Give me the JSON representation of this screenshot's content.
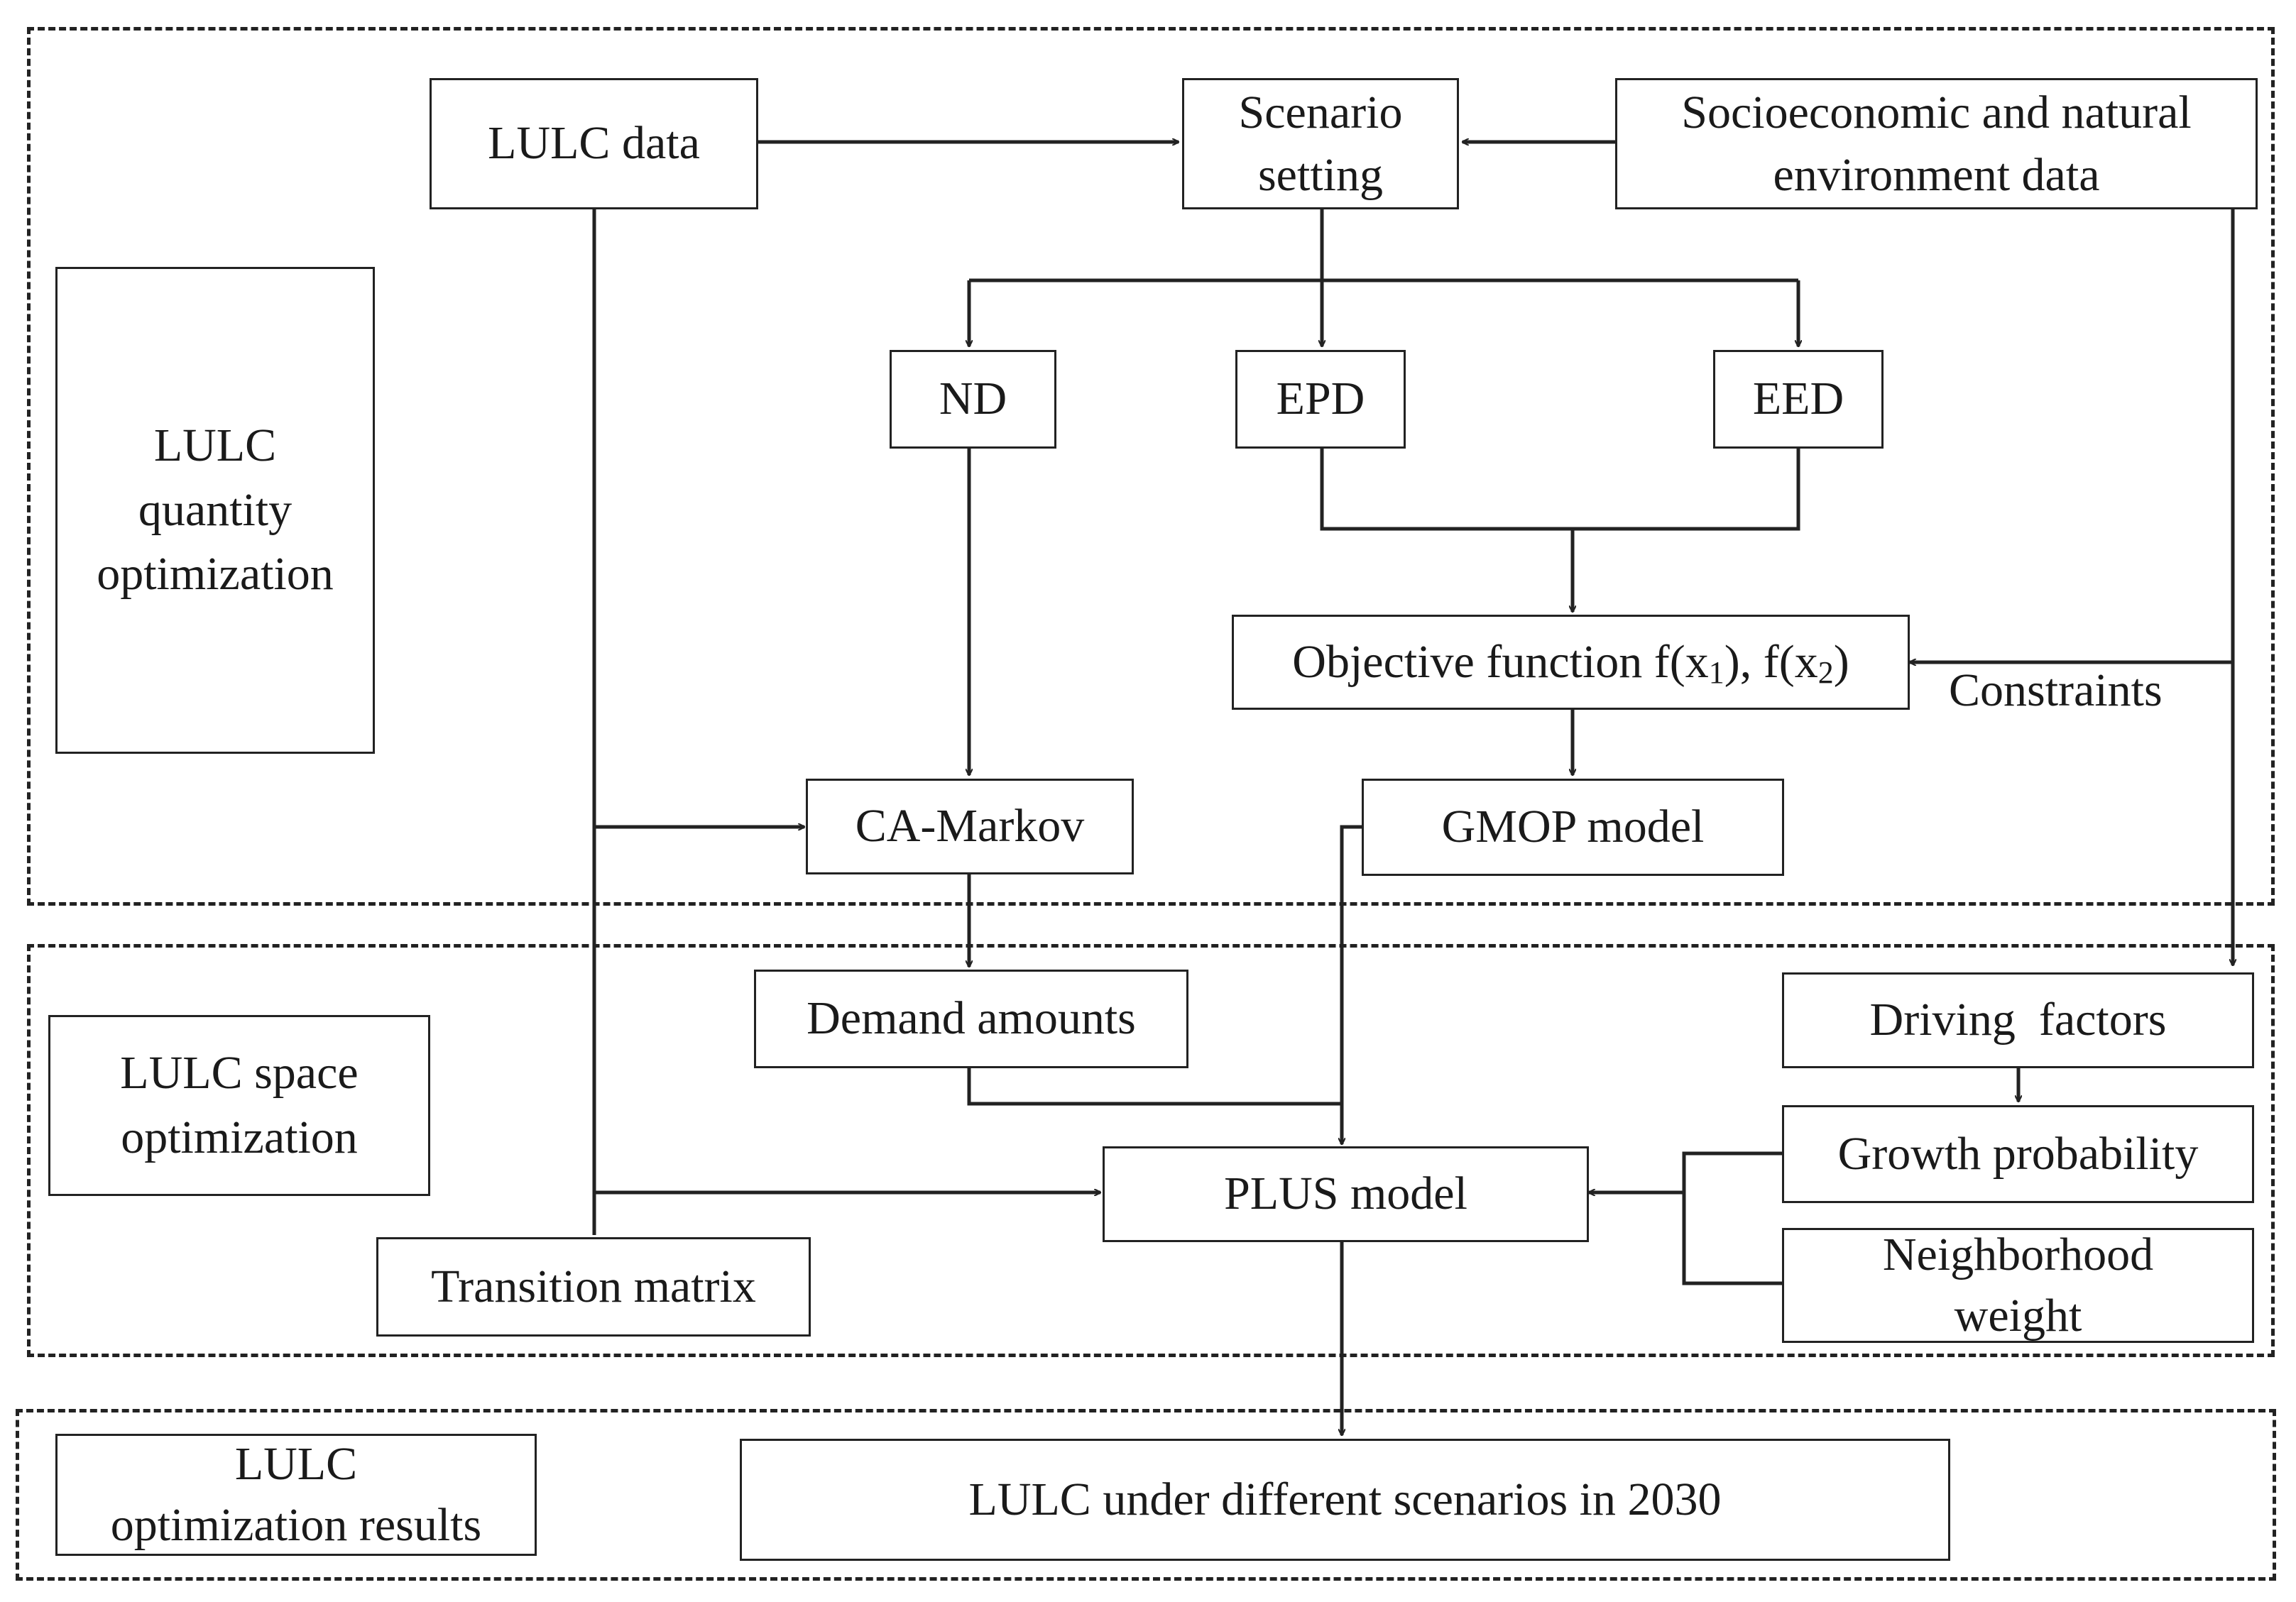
{
  "panels": {
    "quantity": {
      "label_lines": [
        "LULC",
        "quantity",
        "optimization"
      ]
    },
    "space": {
      "label_lines": [
        "LULC space",
        "optimization"
      ]
    },
    "results": {
      "label_lines": [
        "LULC",
        "optimization results"
      ]
    }
  },
  "nodes": {
    "lulc_data": {
      "lines": [
        "LULC data"
      ]
    },
    "scenario_setting": {
      "lines": [
        "Scenario",
        "setting"
      ]
    },
    "socio_data": {
      "lines": [
        "Socioeconomic and natural",
        "environment data"
      ]
    },
    "nd": {
      "lines": [
        "ND"
      ]
    },
    "epd": {
      "lines": [
        "EPD"
      ]
    },
    "eed": {
      "lines": [
        "EED"
      ]
    },
    "objective": {
      "prefix": "Objective function f(x",
      "sub1": "1",
      "mid": "), f(x",
      "sub2": "2",
      "suffix": ")"
    },
    "gmop": {
      "lines": [
        "GMOP model"
      ]
    },
    "ca_markov": {
      "lines": [
        "CA-Markov"
      ]
    },
    "demand": {
      "lines": [
        "Demand amounts"
      ]
    },
    "driving": {
      "lines": [
        "Driving  factors"
      ]
    },
    "growth": {
      "lines": [
        "Growth probability"
      ]
    },
    "neighborhood": {
      "lines": [
        "Neighborhood",
        "weight"
      ]
    },
    "plus": {
      "lines": [
        "PLUS model"
      ]
    },
    "transition": {
      "lines": [
        "Transition matrix"
      ]
    },
    "result": {
      "lines": [
        "LULC under different scenarios in 2030"
      ]
    }
  },
  "edge_labels": {
    "constraints": "Constraints"
  }
}
